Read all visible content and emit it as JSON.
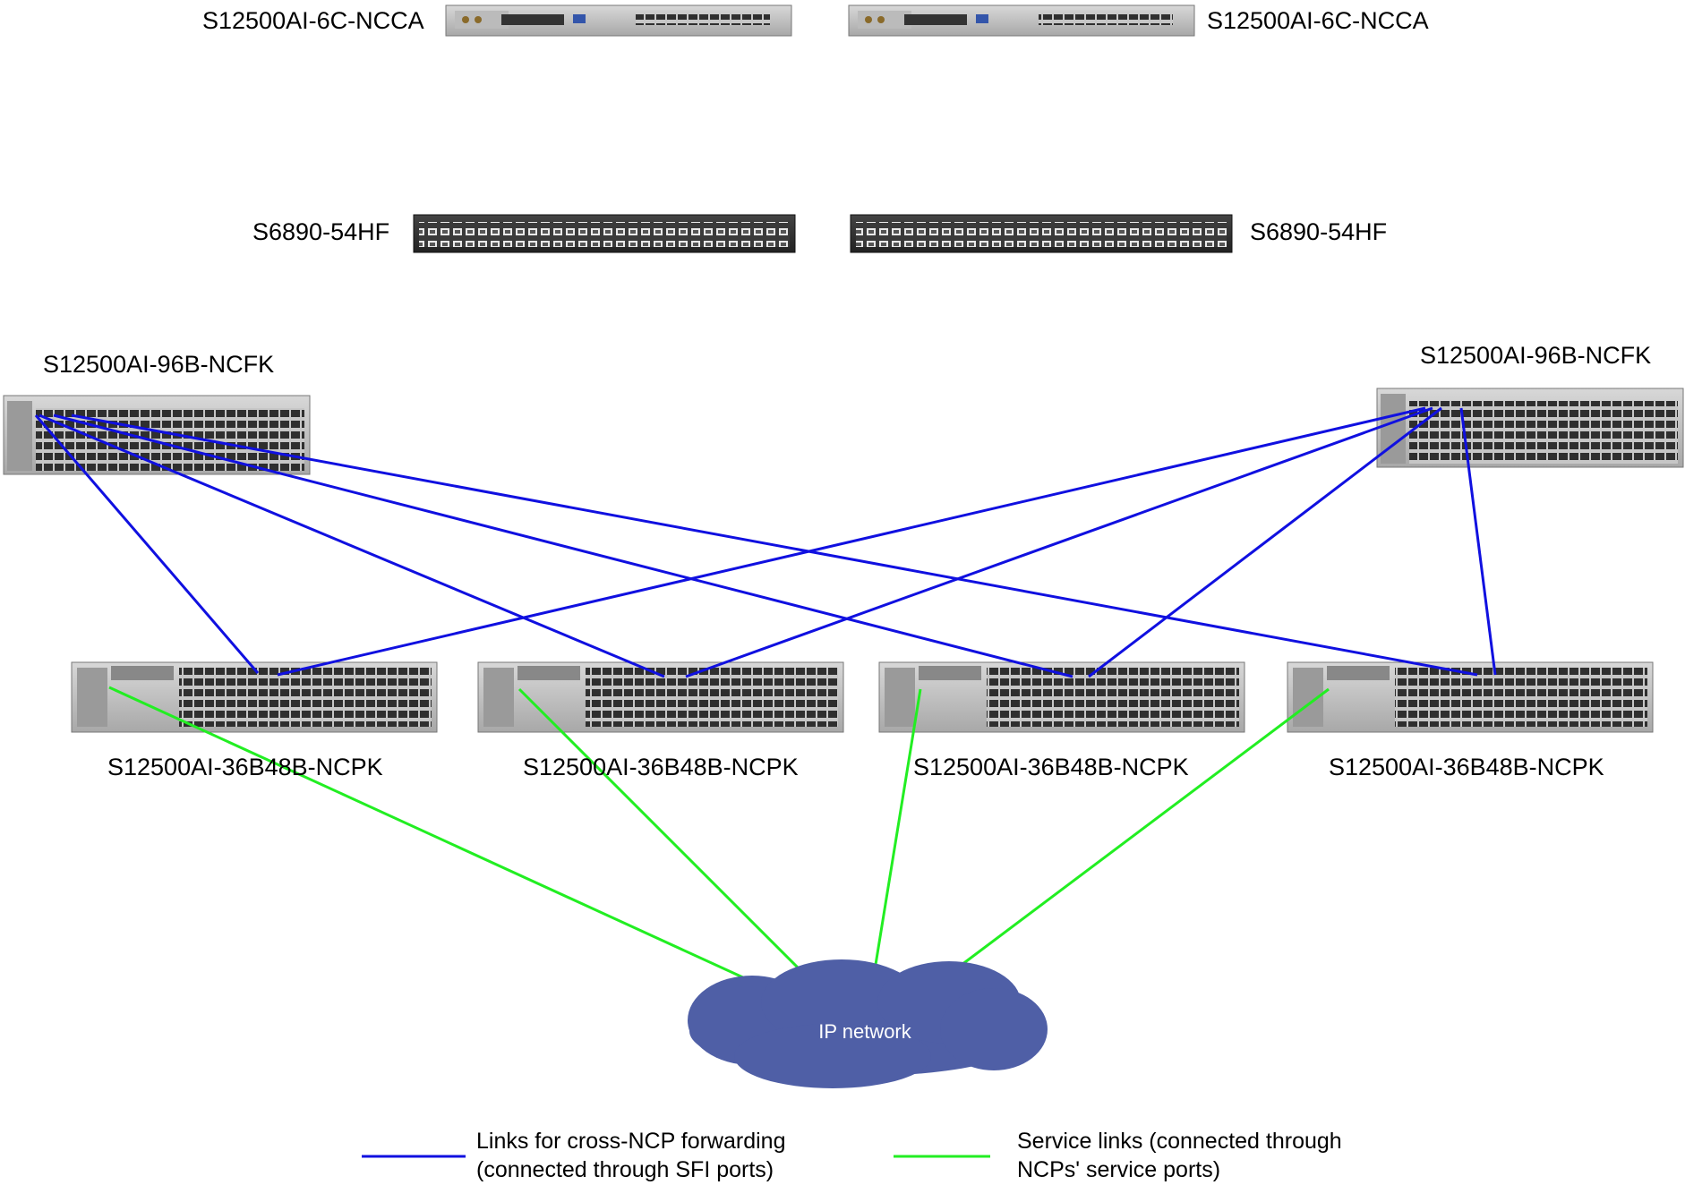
{
  "devices": {
    "ncca_left": {
      "label": "S12500AI-6C-NCCA"
    },
    "ncca_right": {
      "label": "S12500AI-6C-NCCA"
    },
    "hf_left": {
      "label": "S6890-54HF"
    },
    "hf_right": {
      "label": "S6890-54HF"
    },
    "ncfk_left": {
      "label": "S12500AI-96B-NCFK"
    },
    "ncfk_right": {
      "label": "S12500AI-96B-NCFK"
    },
    "ncpk": [
      {
        "label": "S12500AI-36B48B-NCPK"
      },
      {
        "label": "S12500AI-36B48B-NCPK"
      },
      {
        "label": "S12500AI-36B48B-NCPK"
      },
      {
        "label": "S12500AI-36B48B-NCPK"
      }
    ]
  },
  "cloud": {
    "label": "IP network",
    "color": "#4f5fa6"
  },
  "legend": {
    "sfi": {
      "line1": "Links for cross-NCP forwarding",
      "line2": "(connected through SFI ports)",
      "color": "#1010e0"
    },
    "service": {
      "line1": "Service links (connected through",
      "line2": "NCPs' service ports)",
      "color": "#22ee22"
    }
  }
}
